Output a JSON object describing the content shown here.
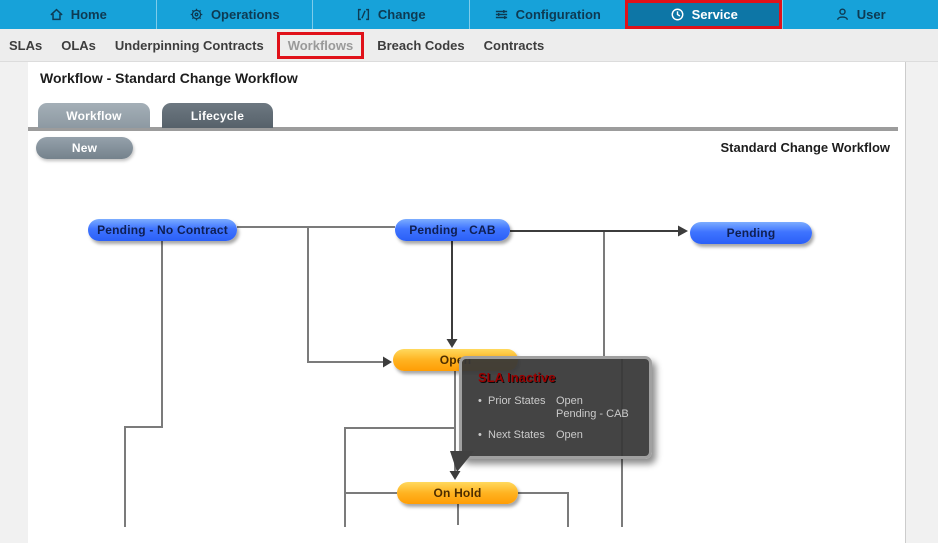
{
  "top_nav": {
    "items": [
      {
        "label": "Home"
      },
      {
        "label": "Operations"
      },
      {
        "label": "Change"
      },
      {
        "label": "Configuration"
      },
      {
        "label": "Service",
        "selected": true
      },
      {
        "label": "User"
      }
    ]
  },
  "sub_nav": {
    "items": [
      "SLAs",
      "OLAs",
      "Underpinning Contracts",
      "Workflows",
      "Breach Codes",
      "Contracts"
    ],
    "active_item": "Workflows"
  },
  "page": {
    "title": "Workflow - Standard Change Workflow",
    "workflow_name": "Standard Change Workflow"
  },
  "tabs": {
    "workflow": "Workflow",
    "lifecycle": "Lifecycle"
  },
  "toolbar": {
    "new_label": "New"
  },
  "diagram": {
    "nodes": [
      {
        "id": "pending-no-contract",
        "label": "Pending - No Contract",
        "state_color": "blue"
      },
      {
        "id": "pending-cab",
        "label": "Pending - CAB",
        "state_color": "blue"
      },
      {
        "id": "pending",
        "label": "Pending",
        "state_color": "blue"
      },
      {
        "id": "open",
        "label": "Open",
        "state_color": "orange"
      },
      {
        "id": "on-hold",
        "label": "On Hold",
        "state_color": "orange"
      }
    ]
  },
  "tooltip": {
    "title": "SLA Inactive",
    "rows": [
      {
        "label": "Prior States",
        "values": [
          "Open",
          "Pending - CAB"
        ]
      },
      {
        "label": "Next States",
        "values": [
          "Open"
        ]
      }
    ]
  },
  "colors": {
    "nav_bg": "#17a2d9",
    "nav_selected_bg": "#0d76a6",
    "annotation_red": "#e01119",
    "node_blue": "#3f74ff",
    "node_orange": "#ffb321",
    "tooltip_title_red": "#9b0000"
  }
}
